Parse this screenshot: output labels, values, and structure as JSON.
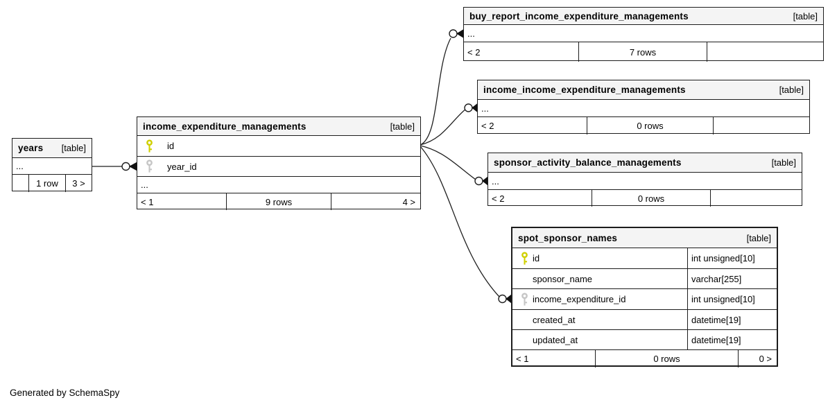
{
  "credit": "Generated by SchemaSpy",
  "colors": {
    "primary_key": "#d0d000",
    "foreign_key": "#c6c6c6",
    "header_bg": "#f4f4f4",
    "border": "#1c1c1c",
    "background": "#ffffff"
  },
  "tables": {
    "years": {
      "name": "years",
      "tag": "[table]",
      "more": "...",
      "footer": {
        "left": "",
        "center": "1 row",
        "right": "3 >"
      }
    },
    "income_expenditure_managements": {
      "name": "income_expenditure_managements",
      "tag": "[table]",
      "more": "...",
      "columns": [
        {
          "name": "id",
          "key": "primary"
        },
        {
          "name": "year_id",
          "key": "foreign"
        }
      ],
      "footer": {
        "left": "< 1",
        "center": "9 rows",
        "right": "4 >"
      }
    },
    "buy_report_income_expenditure_managements": {
      "name": "buy_report_income_expenditure_managements",
      "tag": "[table]",
      "more": "...",
      "footer": {
        "left": "< 2",
        "center": "7 rows",
        "right": ""
      }
    },
    "income_income_expenditure_managements": {
      "name": "income_income_expenditure_managements",
      "tag": "[table]",
      "more": "...",
      "footer": {
        "left": "< 2",
        "center": "0 rows",
        "right": ""
      }
    },
    "sponsor_activity_balance_managements": {
      "name": "sponsor_activity_balance_managements",
      "tag": "[table]",
      "more": "...",
      "footer": {
        "left": "< 2",
        "center": "0 rows",
        "right": ""
      }
    },
    "spot_sponsor_names": {
      "name": "spot_sponsor_names",
      "tag": "[table]",
      "columns": [
        {
          "name": "id",
          "type": "int unsigned[10]",
          "key": "primary"
        },
        {
          "name": "sponsor_name",
          "type": "varchar[255]",
          "key": ""
        },
        {
          "name": "income_expenditure_id",
          "type": "int unsigned[10]",
          "key": "foreign"
        },
        {
          "name": "created_at",
          "type": "datetime[19]",
          "key": ""
        },
        {
          "name": "updated_at",
          "type": "datetime[19]",
          "key": ""
        }
      ],
      "footer": {
        "left": "< 1",
        "center": "0 rows",
        "right": "0 >"
      }
    }
  },
  "relationships": [
    {
      "parent": "years",
      "child": "income_expenditure_managements.year_id"
    },
    {
      "parent": "income_expenditure_managements.id",
      "child": "buy_report_income_expenditure_managements"
    },
    {
      "parent": "income_expenditure_managements.id",
      "child": "income_income_expenditure_managements"
    },
    {
      "parent": "income_expenditure_managements.id",
      "child": "sponsor_activity_balance_managements"
    },
    {
      "parent": "income_expenditure_managements.id",
      "child": "spot_sponsor_names.income_expenditure_id"
    }
  ]
}
